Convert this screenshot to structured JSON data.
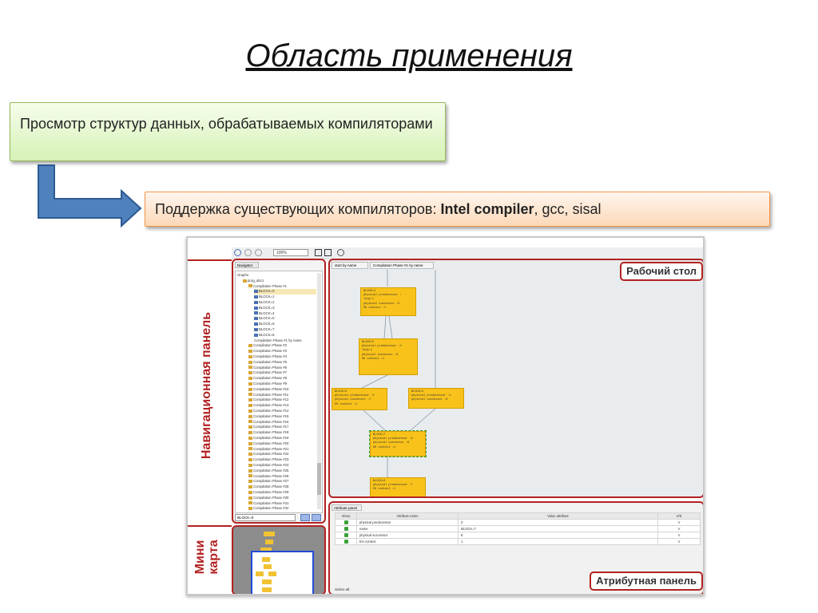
{
  "slide": {
    "title": "Область применения",
    "box1_text": "Просмотр структур данных, обрабатываемых компиляторами",
    "box2_prefix": "Поддержка существующих компиляторов: ",
    "box2_bold": "Intel compiler",
    "box2_suffix": ", gcc, sisal"
  },
  "colors": {
    "green_border": "#9bbb59",
    "orange_border": "#f79646",
    "arrow_fill": "#4f81bd",
    "panel_red": "#b22222",
    "node_yellow": "#f8c21b"
  },
  "labels": {
    "navigation_panel": "Навигационная панель",
    "mini_map_line1": "Мини",
    "mini_map_line2": "карта",
    "workspace": "Рабочий стол",
    "attribute_panel": "Атрибутная панель"
  },
  "app": {
    "zoom": "100%",
    "nav_tab": "Navigator",
    "nav_select": "BLOCK=0",
    "work_tabs": [
      "start by name",
      "Compilation Phase #1 by name"
    ],
    "attr_tab": "Attribute panel",
    "attr_columns": [
      "Show",
      "Attribute name",
      "Value attribute",
      "V/E"
    ],
    "attr_rows": [
      {
        "name": "physical predecessor",
        "value": "3",
        "ve": "V"
      },
      {
        "name": "name",
        "value": "BLOCK=7",
        "ve": "V"
      },
      {
        "name": "physical successor",
        "value": "8",
        "ve": "V"
      },
      {
        "name": "EH context",
        "value": "1",
        "ve": "V"
      }
    ],
    "select_all": "Select all:",
    "tree": [
      {
        "text": "Graphs",
        "indent": 0,
        "icon": "none"
      },
      {
        "text": "prog_abc1",
        "indent": 1,
        "icon": "tree"
      },
      {
        "text": "Compilation Phase #1",
        "indent": 2,
        "icon": "tree"
      },
      {
        "text": "BLOCK=0",
        "indent": 3,
        "icon": "block",
        "selected": true
      },
      {
        "text": "BLOCK=1",
        "indent": 3,
        "icon": "block"
      },
      {
        "text": "BLOCK=2",
        "indent": 3,
        "icon": "block"
      },
      {
        "text": "BLOCK=3",
        "indent": 3,
        "icon": "block"
      },
      {
        "text": "BLOCK=4",
        "indent": 3,
        "icon": "block"
      },
      {
        "text": "BLOCK=5",
        "indent": 3,
        "icon": "block"
      },
      {
        "text": "BLOCK=6",
        "indent": 3,
        "icon": "block"
      },
      {
        "text": "BLOCK=7",
        "indent": 3,
        "icon": "block"
      },
      {
        "text": "BLOCK=8",
        "indent": 3,
        "icon": "block"
      },
      {
        "text": "Compilation Phase #1 by name",
        "indent": 3,
        "icon": "none"
      },
      {
        "text": "Compilation Phase #2",
        "indent": 2,
        "icon": "tree"
      },
      {
        "text": "Compilation Phase #3",
        "indent": 2,
        "icon": "tree"
      },
      {
        "text": "Compilation Phase #4",
        "indent": 2,
        "icon": "tree"
      },
      {
        "text": "Compilation Phase #5",
        "indent": 2,
        "icon": "tree"
      },
      {
        "text": "Compilation Phase #6",
        "indent": 2,
        "icon": "tree"
      },
      {
        "text": "Compilation Phase #7",
        "indent": 2,
        "icon": "tree"
      },
      {
        "text": "Compilation Phase #8",
        "indent": 2,
        "icon": "tree"
      },
      {
        "text": "Compilation Phase #9",
        "indent": 2,
        "icon": "tree"
      },
      {
        "text": "Compilation Phase #10",
        "indent": 2,
        "icon": "tree"
      },
      {
        "text": "Compilation Phase #11",
        "indent": 2,
        "icon": "tree"
      },
      {
        "text": "Compilation Phase #12",
        "indent": 2,
        "icon": "tree"
      },
      {
        "text": "Compilation Phase #13",
        "indent": 2,
        "icon": "tree"
      },
      {
        "text": "Compilation Phase #14",
        "indent": 2,
        "icon": "tree"
      },
      {
        "text": "Compilation Phase #15",
        "indent": 2,
        "icon": "tree"
      },
      {
        "text": "Compilation Phase #16",
        "indent": 2,
        "icon": "tree"
      },
      {
        "text": "Compilation Phase #17",
        "indent": 2,
        "icon": "tree"
      },
      {
        "text": "Compilation Phase #18",
        "indent": 2,
        "icon": "tree"
      },
      {
        "text": "Compilation Phase #19",
        "indent": 2,
        "icon": "tree"
      },
      {
        "text": "Compilation Phase #20",
        "indent": 2,
        "icon": "tree"
      },
      {
        "text": "Compilation Phase #21",
        "indent": 2,
        "icon": "tree"
      },
      {
        "text": "Compilation Phase #22",
        "indent": 2,
        "icon": "tree"
      },
      {
        "text": "Compilation Phase #23",
        "indent": 2,
        "icon": "tree"
      },
      {
        "text": "Compilation Phase #24",
        "indent": 2,
        "icon": "tree"
      },
      {
        "text": "Compilation Phase #25",
        "indent": 2,
        "icon": "tree"
      },
      {
        "text": "Compilation Phase #26",
        "indent": 2,
        "icon": "tree"
      },
      {
        "text": "Compilation Phase #27",
        "indent": 2,
        "icon": "tree"
      },
      {
        "text": "Compilation Phase #28",
        "indent": 2,
        "icon": "tree"
      },
      {
        "text": "Compilation Phase #29",
        "indent": 2,
        "icon": "tree"
      },
      {
        "text": "Compilation Phase #30",
        "indent": 2,
        "icon": "tree"
      },
      {
        "text": "Compilation Phase #31",
        "indent": 2,
        "icon": "tree"
      },
      {
        "text": "Compilation Phase #32",
        "indent": 2,
        "icon": "tree"
      }
    ],
    "nodes": [
      {
        "lines": [
          "BLOCK=4",
          "physical predecessor :",
          "loop:1",
          "physical successor :5",
          "EH context :1"
        ]
      },
      {
        "lines": [
          "BLOCK=5",
          "physical predecessor :4",
          "loop:1",
          "physical successor :6",
          "EH context :1"
        ]
      },
      {
        "lines": [
          "BLOCK=6",
          "physical predecessor :5",
          "physical successor :7",
          "EH context :1"
        ]
      },
      {
        "lines": [
          "BLOCK=2",
          "physical predecessor :1",
          "physical successor :3"
        ]
      },
      {
        "lines": [
          "BLOCK=7",
          "physical predecessor :3",
          "physical successor :8",
          "EH context :1"
        ]
      },
      {
        "lines": [
          "BLOCK=8",
          "physical predecessor :7",
          "EH context :1"
        ]
      }
    ]
  }
}
